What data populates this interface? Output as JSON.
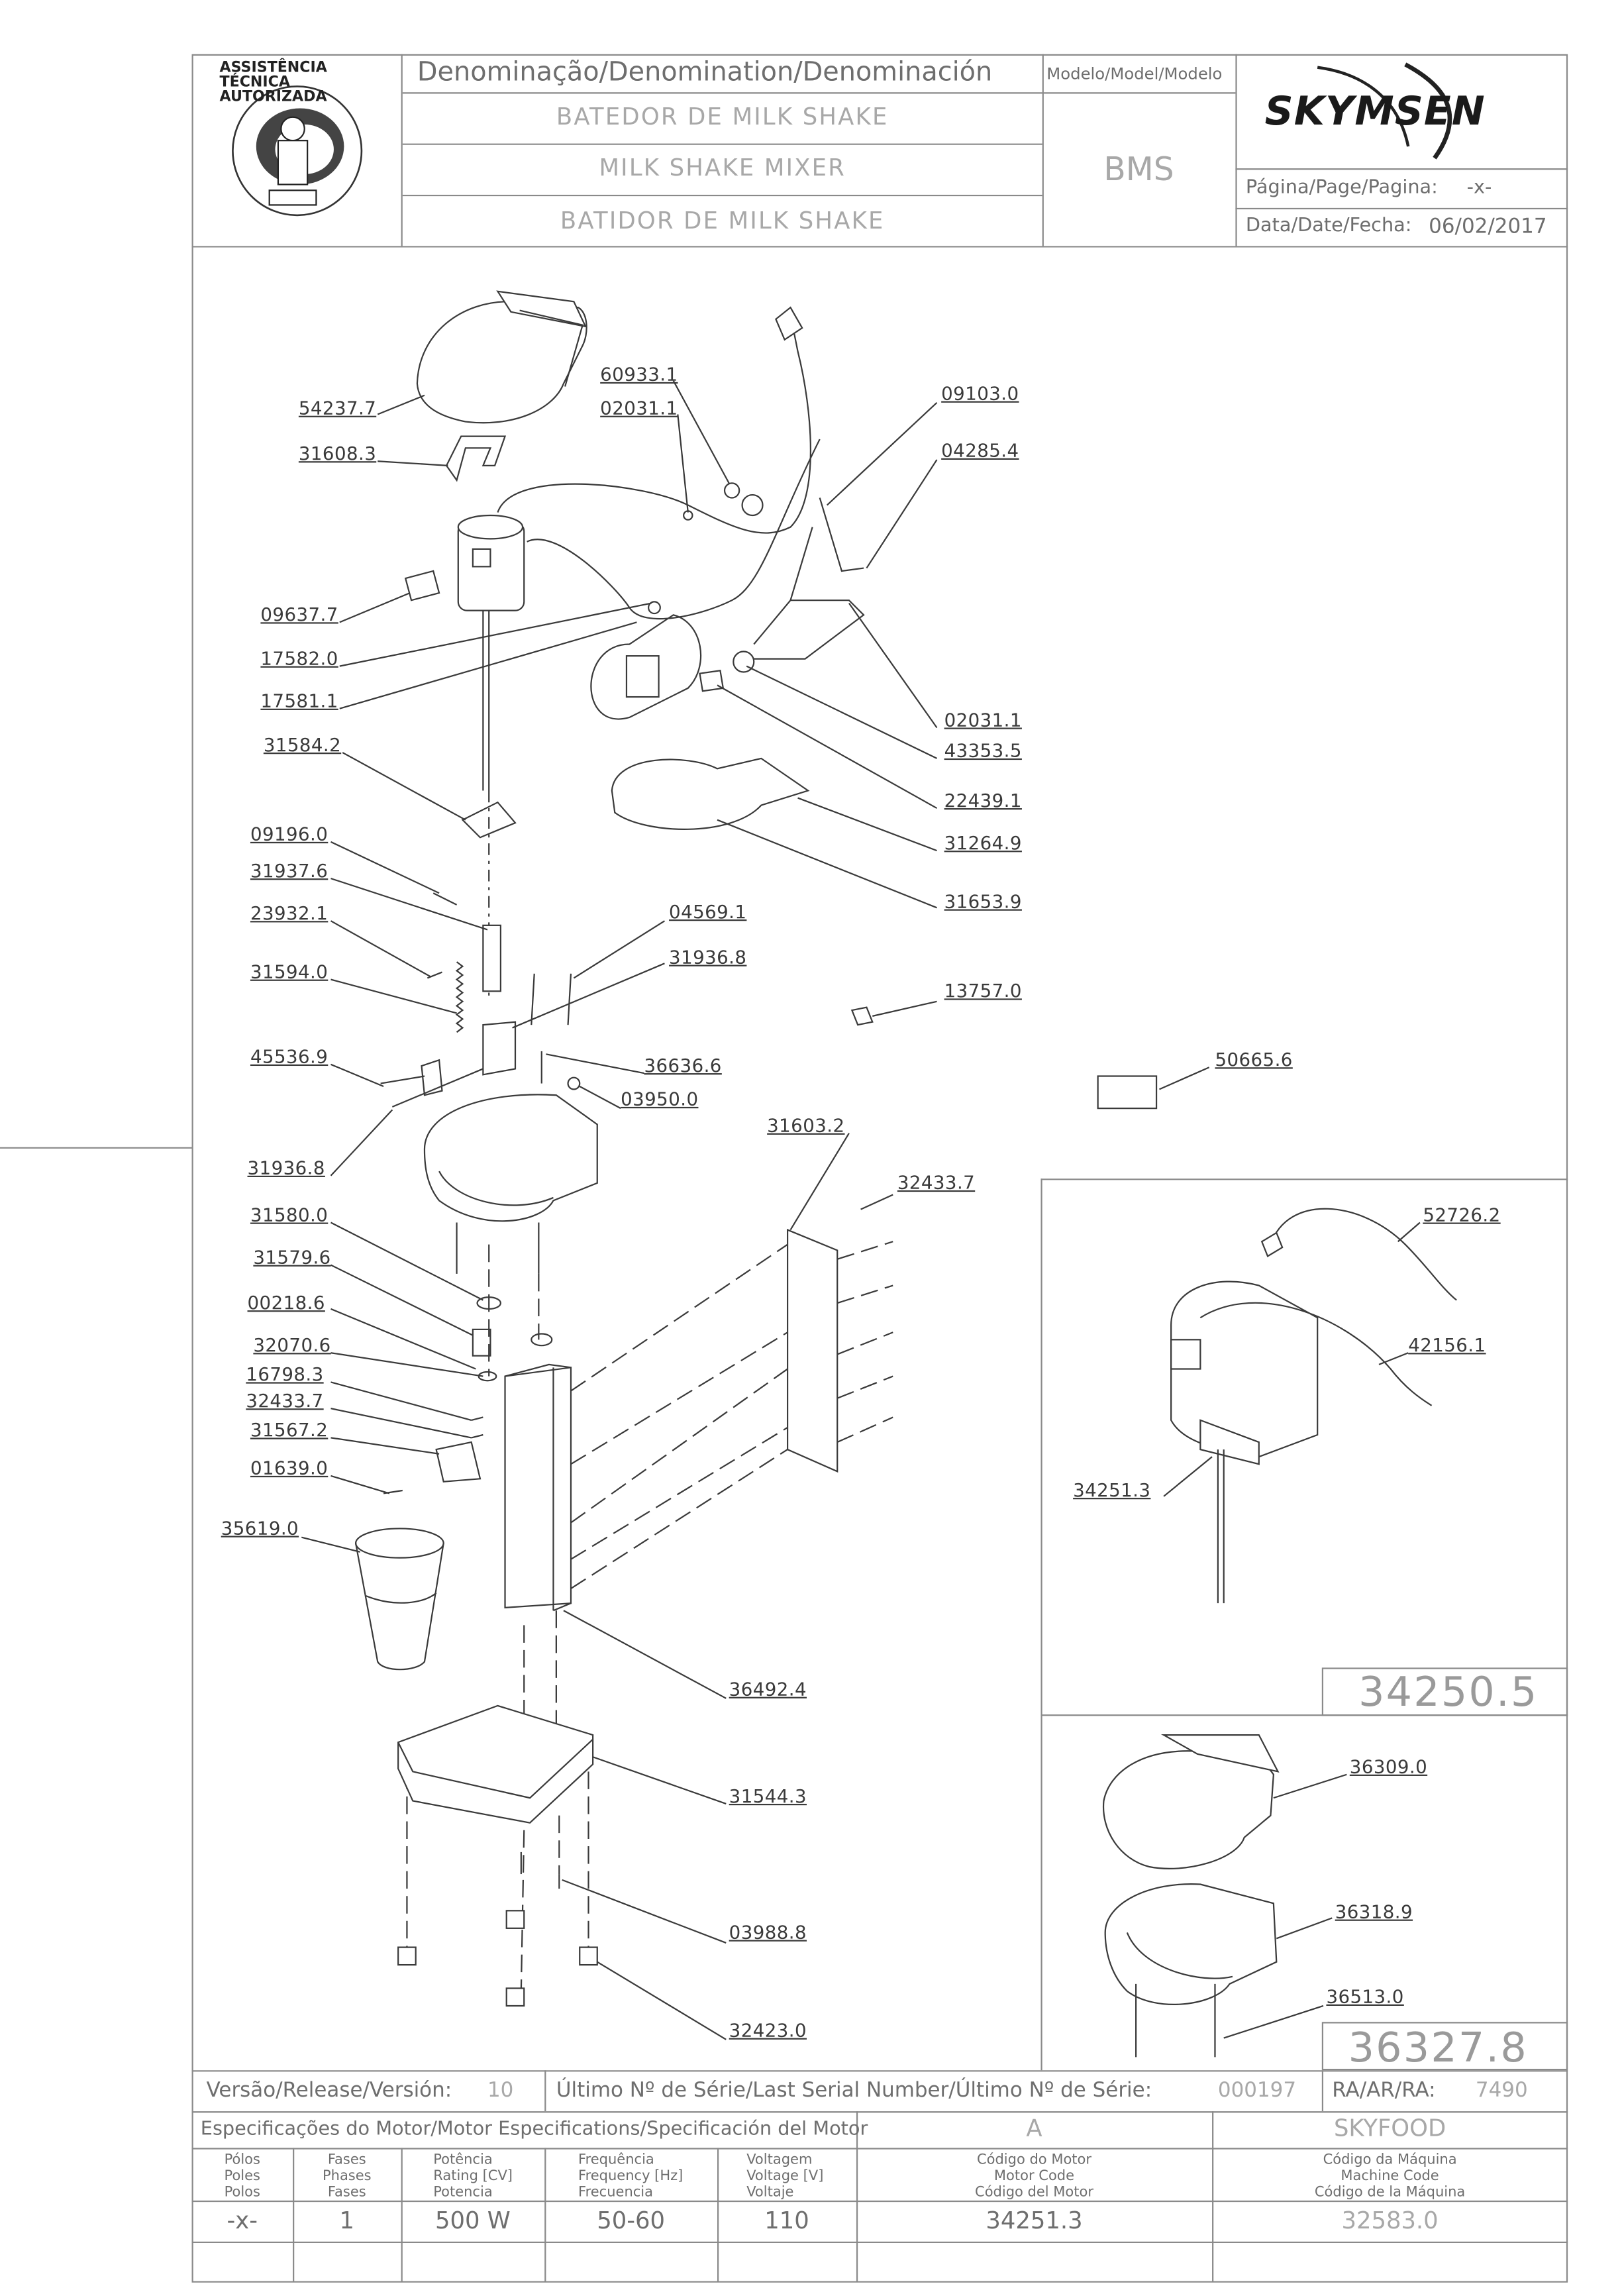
{
  "header": {
    "denomination_label": "Denominação/Denomination/Denominación",
    "model_label": "Modelo/Model/Modelo",
    "name_pt": "BATEDOR DE MILK SHAKE",
    "name_en": "MILK SHAKE MIXER",
    "name_es": "BATIDOR DE MILK SHAKE",
    "model": "BMS",
    "brand": "SKYMSEN",
    "page_label": "Página/Page/Pagina:",
    "page_value": "-x-",
    "date_label": "Data/Date/Fecha:",
    "date_value": "06/02/2017",
    "seal_text": "ASSISTÊNCIA TÉCNICA AUTORIZADA"
  },
  "parts": [
    "54237.7",
    "31608.3",
    "60933.1",
    "02031.1",
    "09103.0",
    "04285.4",
    "09637.7",
    "17582.0",
    "17581.1",
    "02031.1",
    "43353.5",
    "22439.1",
    "31584.2",
    "31264.9",
    "31653.9",
    "09196.0",
    "31937.6",
    "23932.1",
    "04569.1",
    "31936.8",
    "31594.0",
    "13757.0",
    "45536.9",
    "36636.6",
    "03950.0",
    "50665.6",
    "31603.2",
    "31936.8",
    "32433.7",
    "31580.0",
    "31579.6",
    "00218.6",
    "32070.6",
    "16798.3",
    "32433.7",
    "31567.2",
    "01639.0",
    "35619.0",
    "36492.4",
    "31544.3",
    "03988.8",
    "32423.0"
  ],
  "kits": [
    {
      "code": "34250.5",
      "parts": [
        "52726.2",
        "42156.1",
        "34251.3"
      ]
    },
    {
      "code": "36327.8",
      "parts": [
        "36309.0",
        "36318.9",
        "36513.0"
      ]
    }
  ],
  "footer": {
    "version_label": "Versão/Release/Versión:",
    "version_value": "10",
    "serial_label": "Último Nº de Série/Last Serial Number/Último Nº de Série:",
    "serial_value": "000197",
    "ra_label": "RA/AR/RA:",
    "ra_value": "7490",
    "motor_spec_label": "Especificações do Motor/Motor Especifications/Specificación del Motor",
    "motor_class": "A",
    "company": "SKYFOOD",
    "columns": [
      {
        "lines": [
          "Pólos",
          "Poles",
          "Polos"
        ],
        "value": "-x-"
      },
      {
        "lines": [
          "Fases",
          "Phases",
          "Fases"
        ],
        "value": "1"
      },
      {
        "lines": [
          "Potência",
          "Rating [CV]",
          "Potencia"
        ],
        "value": "500 W"
      },
      {
        "lines": [
          "Frequência",
          "Frequency [Hz]",
          "Frecuencia"
        ],
        "value": "50-60"
      },
      {
        "lines": [
          "Voltagem",
          "Voltage [V]",
          "Voltaje"
        ],
        "value": "110"
      },
      {
        "lines": [
          "Código do Motor",
          "Motor Code",
          "Código del Motor"
        ],
        "value": "34251.3"
      },
      {
        "lines": [
          "Código da Máquina",
          "Machine Code",
          "Código de la Máquina"
        ],
        "value": "32583.0"
      }
    ]
  }
}
